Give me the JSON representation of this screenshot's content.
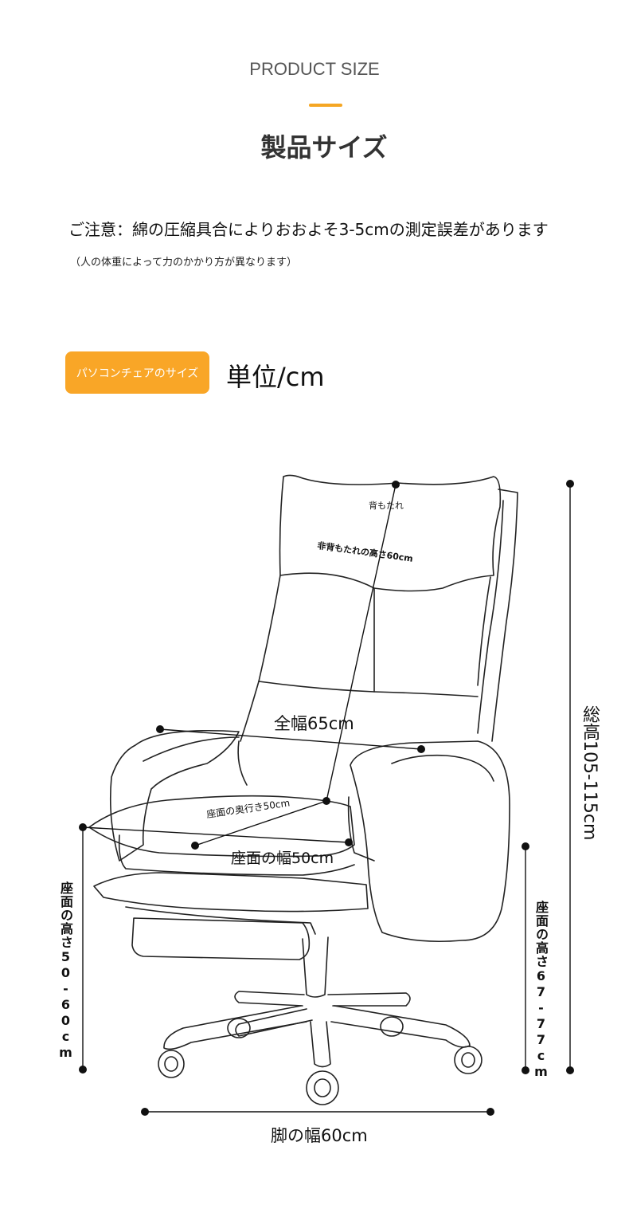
{
  "header": {
    "en_title": "PRODUCT SIZE",
    "jp_title": "製品サイズ"
  },
  "notice": {
    "main": "ご注意：綿の圧縮具合によりおおよそ3-5cmの測定誤差があります",
    "sub": "（人の体重によって力のかかり方が異なります）"
  },
  "section": {
    "badge": "パソコンチェアのサイズ",
    "unit": "単位/cm"
  },
  "dimensions": {
    "backrest": "背もたれ",
    "backrest_height": "非背もたれの高さ60cm",
    "full_width": "全幅65cm",
    "seat_depth": "座面の奥行き50cm",
    "seat_width": "座面の幅50cm",
    "seat_height": "座面の高さ50-60cm",
    "armrest_height": "座面の高さ67-77cm",
    "total_height": "総高105-115cm",
    "leg_width": "脚の幅60cm"
  },
  "colors": {
    "accent": "#f9a627",
    "line": "#111111"
  }
}
